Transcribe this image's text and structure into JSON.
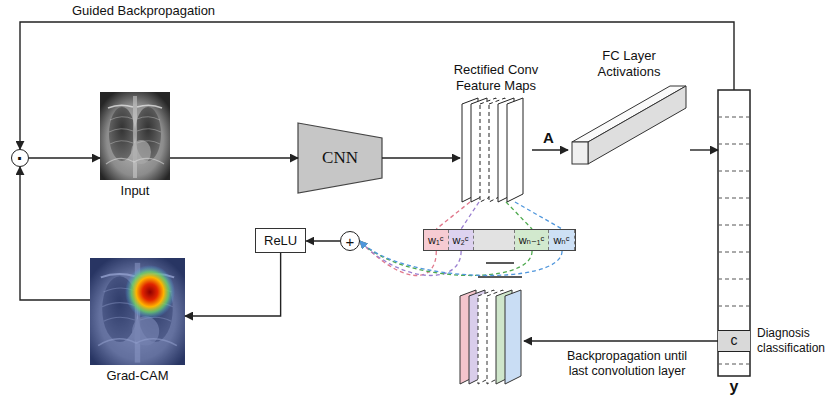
{
  "diagram": {
    "nodes": [
      {
        "text": [
          "·"
        ]
      },
      {
        "text": [
          "Input"
        ]
      },
      {
        "text": [
          "CNN"
        ]
      },
      {
        "text": [
          "Rectified Conv Feature Maps"
        ]
      },
      {
        "text": [
          "FC Layer Activations"
        ]
      },
      {
        "text": [
          "c",
          "y"
        ]
      },
      {
        "text": [
          "ReLU"
        ]
      },
      {
        "text": [
          "+"
        ]
      },
      {
        "text": [
          "w₁ᶜ",
          "w₂ᶜ",
          "wₙ₋₁ᶜ",
          "wₙᶜ"
        ]
      },
      {
        "text": []
      },
      {
        "text": [
          "Grad-CAM"
        ]
      }
    ],
    "edges": [
      {
        "from": 5,
        "to": 0,
        "label": "Guided Backpropagation",
        "arrow": "to"
      },
      {
        "from": 0,
        "to": 1,
        "arrow": "to"
      },
      {
        "from": 1,
        "to": 2,
        "arrow": "to"
      },
      {
        "from": 2,
        "to": 3,
        "arrow": "to"
      },
      {
        "from": 3,
        "to": 4,
        "label": "A",
        "arrow": "to"
      },
      {
        "from": 4,
        "to": 5,
        "arrow": "to"
      },
      {
        "from": 5,
        "to": 9,
        "label": "Backpropagation until last convolution layer",
        "arrow": "to"
      },
      {
        "from": 3,
        "to": 8,
        "arrow": "none"
      },
      {
        "from": 8,
        "to": 7,
        "arrow": "to"
      },
      {
        "from": 7,
        "to": 6,
        "arrow": "to"
      },
      {
        "from": 6,
        "to": 10,
        "arrow": "to"
      },
      {
        "from": 10,
        "to": 0,
        "arrow": "to"
      }
    ],
    "labels": [
      "Diagnosis classification"
    ]
  }
}
